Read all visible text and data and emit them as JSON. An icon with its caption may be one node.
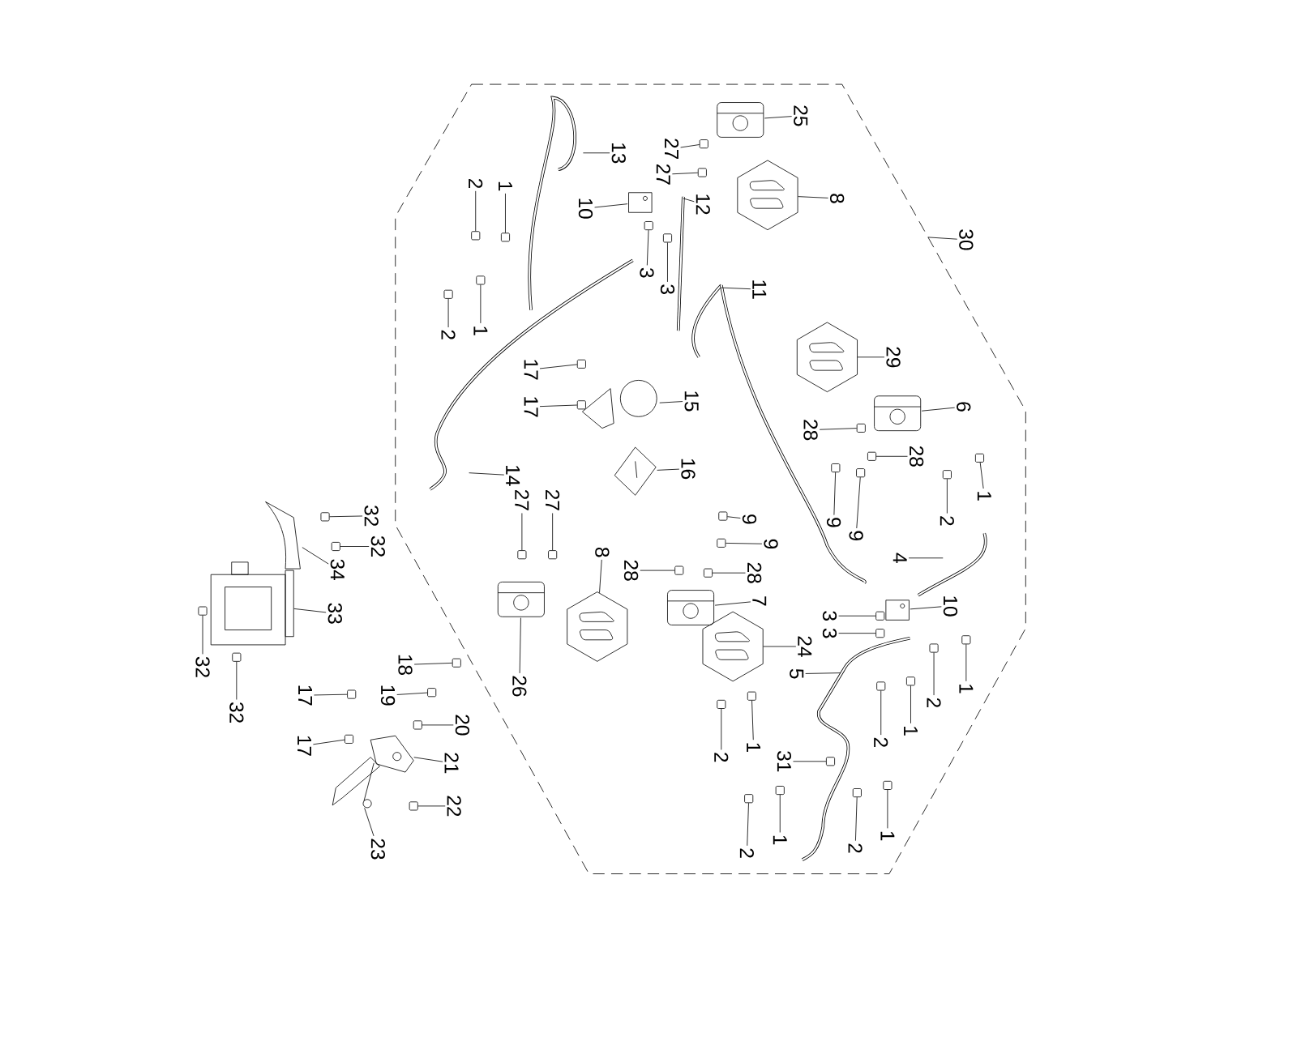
{
  "diagram": {
    "nodes": [
      {
        "text": [
          "25"
        ]
      },
      {
        "text": [
          "27"
        ]
      },
      {
        "text": [
          "13"
        ]
      },
      {
        "text": [
          "27"
        ]
      },
      {
        "text": [
          "1"
        ]
      },
      {
        "text": [
          "2"
        ]
      },
      {
        "text": [
          "8"
        ]
      },
      {
        "text": [
          "12"
        ]
      },
      {
        "text": [
          "10"
        ]
      },
      {
        "text": [
          "30"
        ]
      },
      {
        "text": [
          "3"
        ]
      },
      {
        "text": [
          "3"
        ]
      },
      {
        "text": [
          "11"
        ]
      },
      {
        "text": [
          "1"
        ]
      },
      {
        "text": [
          "2"
        ]
      },
      {
        "text": [
          "29"
        ]
      },
      {
        "text": [
          "17"
        ]
      },
      {
        "text": [
          "15"
        ]
      },
      {
        "text": [
          "17"
        ]
      },
      {
        "text": [
          "6"
        ]
      },
      {
        "text": [
          "28"
        ]
      },
      {
        "text": [
          "28"
        ]
      },
      {
        "text": [
          "16"
        ]
      },
      {
        "text": [
          "14"
        ]
      },
      {
        "text": [
          "1"
        ]
      },
      {
        "text": [
          "27"
        ]
      },
      {
        "text": [
          "27"
        ]
      },
      {
        "text": [
          "32"
        ]
      },
      {
        "text": [
          "9"
        ]
      },
      {
        "text": [
          "2"
        ]
      },
      {
        "text": [
          "9"
        ]
      },
      {
        "text": [
          "9"
        ]
      },
      {
        "text": [
          "32"
        ]
      },
      {
        "text": [
          "9"
        ]
      },
      {
        "text": [
          "8"
        ]
      },
      {
        "text": [
          "4"
        ]
      },
      {
        "text": [
          "34"
        ]
      },
      {
        "text": [
          "28"
        ]
      },
      {
        "text": [
          "28"
        ]
      },
      {
        "text": [
          "7"
        ]
      },
      {
        "text": [
          "10"
        ]
      },
      {
        "text": [
          "33"
        ]
      },
      {
        "text": [
          "3"
        ]
      },
      {
        "text": [
          "3"
        ]
      },
      {
        "text": [
          "24"
        ]
      },
      {
        "text": [
          "32"
        ]
      },
      {
        "text": [
          "18"
        ]
      },
      {
        "text": [
          "5"
        ]
      },
      {
        "text": [
          "1"
        ]
      },
      {
        "text": [
          "26"
        ]
      },
      {
        "text": [
          "2"
        ]
      },
      {
        "text": [
          "19"
        ]
      },
      {
        "text": [
          "17"
        ]
      },
      {
        "text": [
          "1"
        ]
      },
      {
        "text": [
          "1"
        ]
      },
      {
        "text": [
          "32"
        ]
      },
      {
        "text": [
          "20"
        ]
      },
      {
        "text": [
          "2"
        ]
      },
      {
        "text": [
          "17"
        ]
      },
      {
        "text": [
          "2"
        ]
      },
      {
        "text": [
          "31"
        ]
      },
      {
        "text": [
          "21"
        ]
      },
      {
        "text": [
          "22"
        ]
      },
      {
        "text": [
          "1"
        ]
      },
      {
        "text": [
          "1"
        ]
      },
      {
        "text": [
          "2"
        ]
      },
      {
        "text": [
          "2"
        ]
      },
      {
        "text": [
          "23"
        ]
      },
      {
        "text": [],
        "shape": "picture"
      },
      {
        "text": [],
        "shape": "box"
      },
      {
        "text": [],
        "shape": "box"
      },
      {
        "text": [],
        "shape": "box"
      },
      {
        "text": [],
        "shape": "box"
      },
      {
        "text": [],
        "shape": "hexagon"
      },
      {
        "text": [],
        "shape": "box"
      },
      {
        "text": [],
        "shape": "box"
      },
      {
        "text": [],
        "shape": "box"
      },
      {
        "text": [],
        "shape": "box"
      },
      {
        "text": [],
        "shape": "box"
      },
      {
        "text": [],
        "shape": "hexagon"
      },
      {
        "text": [],
        "shape": "box"
      },
      {
        "text": [],
        "shape": "picture"
      },
      {
        "text": [],
        "shape": "box"
      },
      {
        "text": [],
        "shape": "picture"
      },
      {
        "text": [],
        "shape": "box"
      },
      {
        "text": [],
        "shape": "box"
      },
      {
        "text": [],
        "shape": "picture"
      },
      {
        "text": [],
        "shape": "box"
      },
      {
        "text": [],
        "shape": "box"
      },
      {
        "text": [],
        "shape": "box"
      },
      {
        "text": [],
        "shape": "box"
      },
      {
        "text": [],
        "shape": "box"
      },
      {
        "text": [],
        "shape": "box"
      },
      {
        "text": [],
        "shape": "box"
      },
      {
        "text": [],
        "shape": "box"
      },
      {
        "text": [],
        "shape": "box"
      },
      {
        "text": [],
        "shape": "box"
      },
      {
        "text": [],
        "shape": "hexagon"
      },
      {
        "text": [],
        "shape": "picture"
      },
      {
        "text": [],
        "shape": "box"
      },
      {
        "text": [],
        "shape": "box"
      },
      {
        "text": [],
        "shape": "picture"
      },
      {
        "text": [],
        "shape": "box"
      },
      {
        "text": [],
        "shape": "picture"
      },
      {
        "text": [],
        "shape": "box"
      },
      {
        "text": [],
        "shape": "box"
      },
      {
        "text": [],
        "shape": "hexagon"
      },
      {
        "text": [],
        "shape": "box"
      },
      {
        "text": [],
        "shape": "box"
      },
      {
        "text": [],
        "shape": "box"
      },
      {
        "text": [],
        "shape": "picture"
      },
      {
        "text": [],
        "shape": "box"
      },
      {
        "text": [],
        "shape": "box"
      },
      {
        "text": [],
        "shape": "box"
      },
      {
        "text": [],
        "shape": "box"
      },
      {
        "text": [],
        "shape": "box"
      },
      {
        "text": [],
        "shape": "box"
      },
      {
        "text": [],
        "shape": "box"
      },
      {
        "text": [],
        "shape": "box"
      },
      {
        "text": [],
        "shape": "box"
      },
      {
        "text": [],
        "shape": "box"
      },
      {
        "text": [],
        "shape": "box"
      },
      {
        "text": [],
        "shape": "picture"
      },
      {
        "text": [],
        "shape": "box"
      },
      {
        "text": [],
        "shape": "box"
      },
      {
        "text": [],
        "shape": "box"
      },
      {
        "text": [],
        "shape": "box"
      },
      {
        "text": [],
        "shape": "box"
      },
      {
        "text": [],
        "shape": "picture"
      }
    ],
    "edges": [
      {
        "from": 0,
        "to": 68,
        "arrow": "none"
      },
      {
        "from": 1,
        "to": 69,
        "arrow": "none"
      },
      {
        "from": 2,
        "to": null,
        "arrow": "none"
      },
      {
        "from": 3,
        "to": 70,
        "arrow": "none"
      },
      {
        "from": 4,
        "to": 71,
        "arrow": "none"
      },
      {
        "from": 5,
        "to": 72,
        "arrow": "none"
      },
      {
        "from": 6,
        "to": 73,
        "arrow": "none"
      },
      {
        "from": 7,
        "to": null,
        "arrow": "none"
      },
      {
        "from": 8,
        "to": 74,
        "arrow": "none"
      },
      {
        "from": 9,
        "to": null,
        "arrow": "none"
      },
      {
        "from": 10,
        "to": 75,
        "arrow": "none"
      },
      {
        "from": 11,
        "to": 76,
        "arrow": "none"
      },
      {
        "from": 12,
        "to": null,
        "arrow": "none"
      },
      {
        "from": 13,
        "to": 77,
        "arrow": "none"
      },
      {
        "from": 14,
        "to": 78,
        "arrow": "none"
      },
      {
        "from": 15,
        "to": 79,
        "arrow": "none"
      },
      {
        "from": 16,
        "to": 80,
        "arrow": "none"
      },
      {
        "from": 17,
        "to": 81,
        "arrow": "none"
      },
      {
        "from": 18,
        "to": 82,
        "arrow": "none"
      },
      {
        "from": 19,
        "to": 83,
        "arrow": "none"
      },
      {
        "from": 20,
        "to": 84,
        "arrow": "none"
      },
      {
        "from": 21,
        "to": 85,
        "arrow": "none"
      },
      {
        "from": 22,
        "to": 86,
        "arrow": "none"
      },
      {
        "from": 23,
        "to": null,
        "arrow": "none"
      },
      {
        "from": 24,
        "to": 87,
        "arrow": "none"
      },
      {
        "from": 25,
        "to": 88,
        "arrow": "none"
      },
      {
        "from": 26,
        "to": 89,
        "arrow": "none"
      },
      {
        "from": 27,
        "to": 90,
        "arrow": "none"
      },
      {
        "from": 28,
        "to": 91,
        "arrow": "none"
      },
      {
        "from": 29,
        "to": 92,
        "arrow": "none"
      },
      {
        "from": 30,
        "to": 93,
        "arrow": "none"
      },
      {
        "from": 31,
        "to": 94,
        "arrow": "none"
      },
      {
        "from": 32,
        "to": 95,
        "arrow": "none"
      },
      {
        "from": 33,
        "to": 96,
        "arrow": "none"
      },
      {
        "from": 34,
        "to": 97,
        "arrow": "none"
      },
      {
        "from": 35,
        "to": null,
        "arrow": "none"
      },
      {
        "from": 36,
        "to": 98,
        "arrow": "none"
      },
      {
        "from": 37,
        "to": 99,
        "arrow": "none"
      },
      {
        "from": 38,
        "to": 100,
        "arrow": "none"
      },
      {
        "from": 39,
        "to": 101,
        "arrow": "none"
      },
      {
        "from": 40,
        "to": 102,
        "arrow": "none"
      },
      {
        "from": 41,
        "to": 103,
        "arrow": "none"
      },
      {
        "from": 42,
        "to": 104,
        "arrow": "none"
      },
      {
        "from": 43,
        "to": 105,
        "arrow": "none"
      },
      {
        "from": 44,
        "to": 106,
        "arrow": "none"
      },
      {
        "from": 45,
        "to": 107,
        "arrow": "none"
      },
      {
        "from": 46,
        "to": 108,
        "arrow": "none"
      },
      {
        "from": 47,
        "to": null,
        "arrow": "none"
      },
      {
        "from": 48,
        "to": 109,
        "arrow": "none"
      },
      {
        "from": 49,
        "to": 110,
        "arrow": "none"
      },
      {
        "from": 50,
        "to": 111,
        "arrow": "none"
      },
      {
        "from": 51,
        "to": 112,
        "arrow": "none"
      },
      {
        "from": 52,
        "to": 113,
        "arrow": "none"
      },
      {
        "from": 53,
        "to": 114,
        "arrow": "none"
      },
      {
        "from": 54,
        "to": 115,
        "arrow": "none"
      },
      {
        "from": 55,
        "to": 116,
        "arrow": "none"
      },
      {
        "from": 56,
        "to": 117,
        "arrow": "none"
      },
      {
        "from": 57,
        "to": 118,
        "arrow": "none"
      },
      {
        "from": 58,
        "to": 119,
        "arrow": "none"
      },
      {
        "from": 59,
        "to": 120,
        "arrow": "none"
      },
      {
        "from": 60,
        "to": 121,
        "arrow": "none"
      },
      {
        "from": 61,
        "to": 122,
        "arrow": "none"
      },
      {
        "from": 62,
        "to": 123,
        "arrow": "none"
      },
      {
        "from": 63,
        "to": 124,
        "arrow": "none"
      },
      {
        "from": 64,
        "to": 125,
        "arrow": "none"
      },
      {
        "from": 65,
        "to": 126,
        "arrow": "none"
      },
      {
        "from": 66,
        "to": 127,
        "arrow": "none"
      },
      {
        "from": 67,
        "to": 128,
        "arrow": "none"
      }
    ]
  }
}
